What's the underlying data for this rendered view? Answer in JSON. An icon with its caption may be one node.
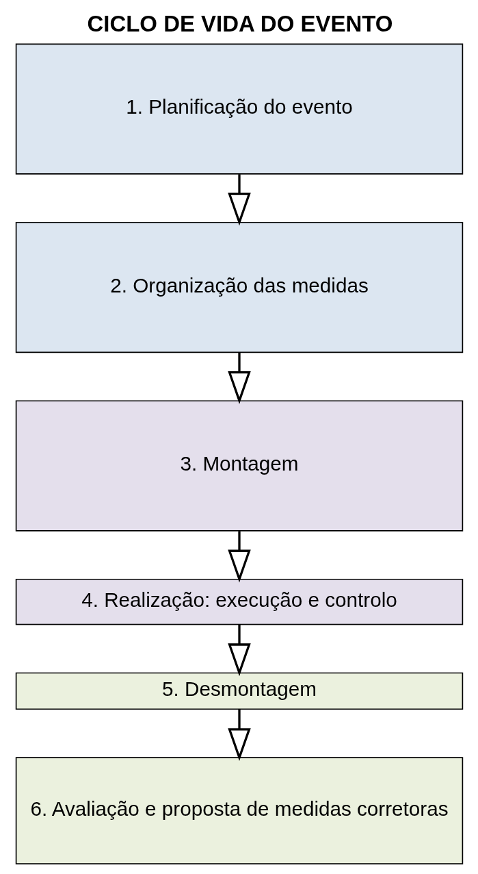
{
  "diagram": {
    "title": "CICLO DE VIDA DO EVENTO",
    "nodes": [
      {
        "text": [
          "1. Planificação do evento"
        ]
      },
      {
        "text": [
          "2. Organização das medidas"
        ]
      },
      {
        "text": [
          "3. Montagem"
        ]
      },
      {
        "text": [
          "4. Realização: execução e controlo"
        ]
      },
      {
        "text": [
          "5. Desmontagem"
        ]
      },
      {
        "text": [
          "6. Avaliação e proposta de medidas corretoras"
        ]
      }
    ],
    "edges": [
      {
        "from": 0,
        "to": 1,
        "arrow": "to"
      },
      {
        "from": 1,
        "to": 2,
        "arrow": "to"
      },
      {
        "from": 2,
        "to": 3,
        "arrow": "to"
      },
      {
        "from": 3,
        "to": 4,
        "arrow": "to"
      },
      {
        "from": 4,
        "to": 5,
        "arrow": "to"
      }
    ]
  }
}
